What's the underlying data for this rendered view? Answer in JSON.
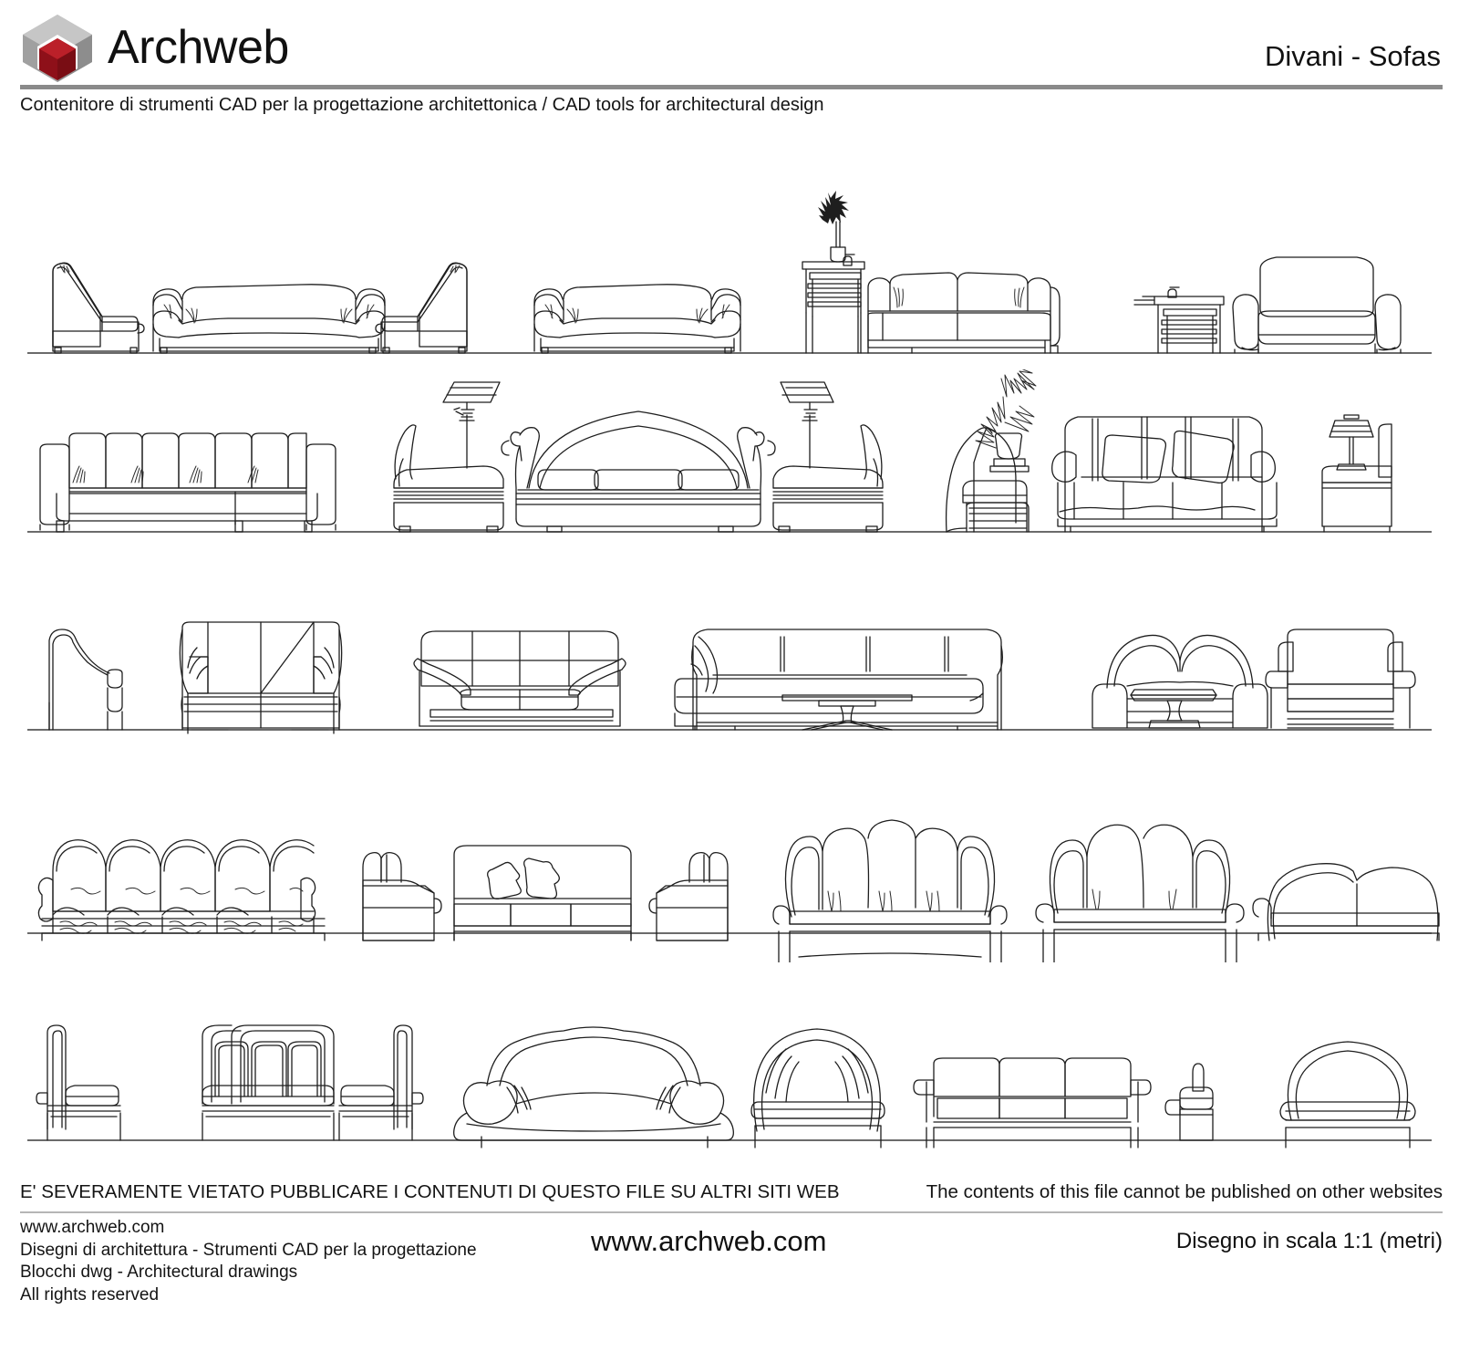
{
  "header": {
    "logo_text": "Archweb",
    "logo_icon": "archweb-cube-logo",
    "title": "Divani - Sofas",
    "subtitle": "Contenitore di strumenti CAD per la progettazione architettonica  /  CAD tools for architectural design",
    "rule_color": "#8a8a8a",
    "logo_grey": "#b0b0b0",
    "logo_grey_dark": "#8f8f8f",
    "logo_red": "#9e1420",
    "logo_red_dark": "#7d0f19"
  },
  "drawing": {
    "caption": "CAD elevation blocks of sofas and armchairs",
    "line_color": "#1e1e1e",
    "rows": [
      {
        "id": "row-1",
        "groups": [
          "armchair-left-facing",
          "three-seat-rolled-arm-sofa",
          "armchair-right-facing",
          "two-seat-rolled-arm-sofa",
          "side-table-with-vase",
          "three-seat-cushion-sofa",
          "nest-of-tables",
          "upholstered-recliner-armchair"
        ]
      },
      {
        "id": "row-2",
        "groups": [
          "four-seat-modular-sofa",
          "wing-armchair-with-floor-lamp-left",
          "arched-back-three-seat-sofa",
          "wing-armchair-with-floor-lamp-right",
          "wing-chair-with-plant",
          "three-seat-sofa-with-cushions",
          "side-table-with-table-lamp"
        ]
      },
      {
        "id": "row-3",
        "groups": [
          "chaise-side-elevation",
          "three-seat-padded-sofa",
          "wooden-frame-three-seat-sofa",
          "long-low-sofa-with-coffee-table",
          "two-seat-sofa-with-oval-table",
          "boxy-armchair"
        ]
      },
      {
        "id": "row-4",
        "groups": [
          "five-seat-tufted-sofa",
          "armchair-side-left",
          "two-seat-sofa-with-pillows",
          "armchair-side-right",
          "fan-back-three-seat-sofa",
          "fan-back-armchair",
          "rounded-two-seat-sofa"
        ]
      },
      {
        "id": "row-5",
        "groups": [
          "slab-armchair-left",
          "three-seat-arched-frame-sofa",
          "slab-armchair-right",
          "curved-daybed-sofa",
          "shell-back-armchair",
          "three-seat-boxy-sofa",
          "small-armchair-side",
          "club-armchair"
        ]
      }
    ]
  },
  "footer": {
    "notice_it": "E' SEVERAMENTE VIETATO PUBBLICARE I CONTENUTI DI QUESTO FILE SU ALTRI SITI WEB",
    "notice_en": "The contents of this file cannot be published on other websites",
    "site_small": "www.archweb.com",
    "line2": "Disegni di architettura - Strumenti CAD  per la progettazione",
    "line3": "Blocchi dwg - Architectural drawings",
    "line4": "All rights reserved",
    "site_big": "www.archweb.com",
    "scale": "Disegno in scala 1:1 (metri)"
  }
}
